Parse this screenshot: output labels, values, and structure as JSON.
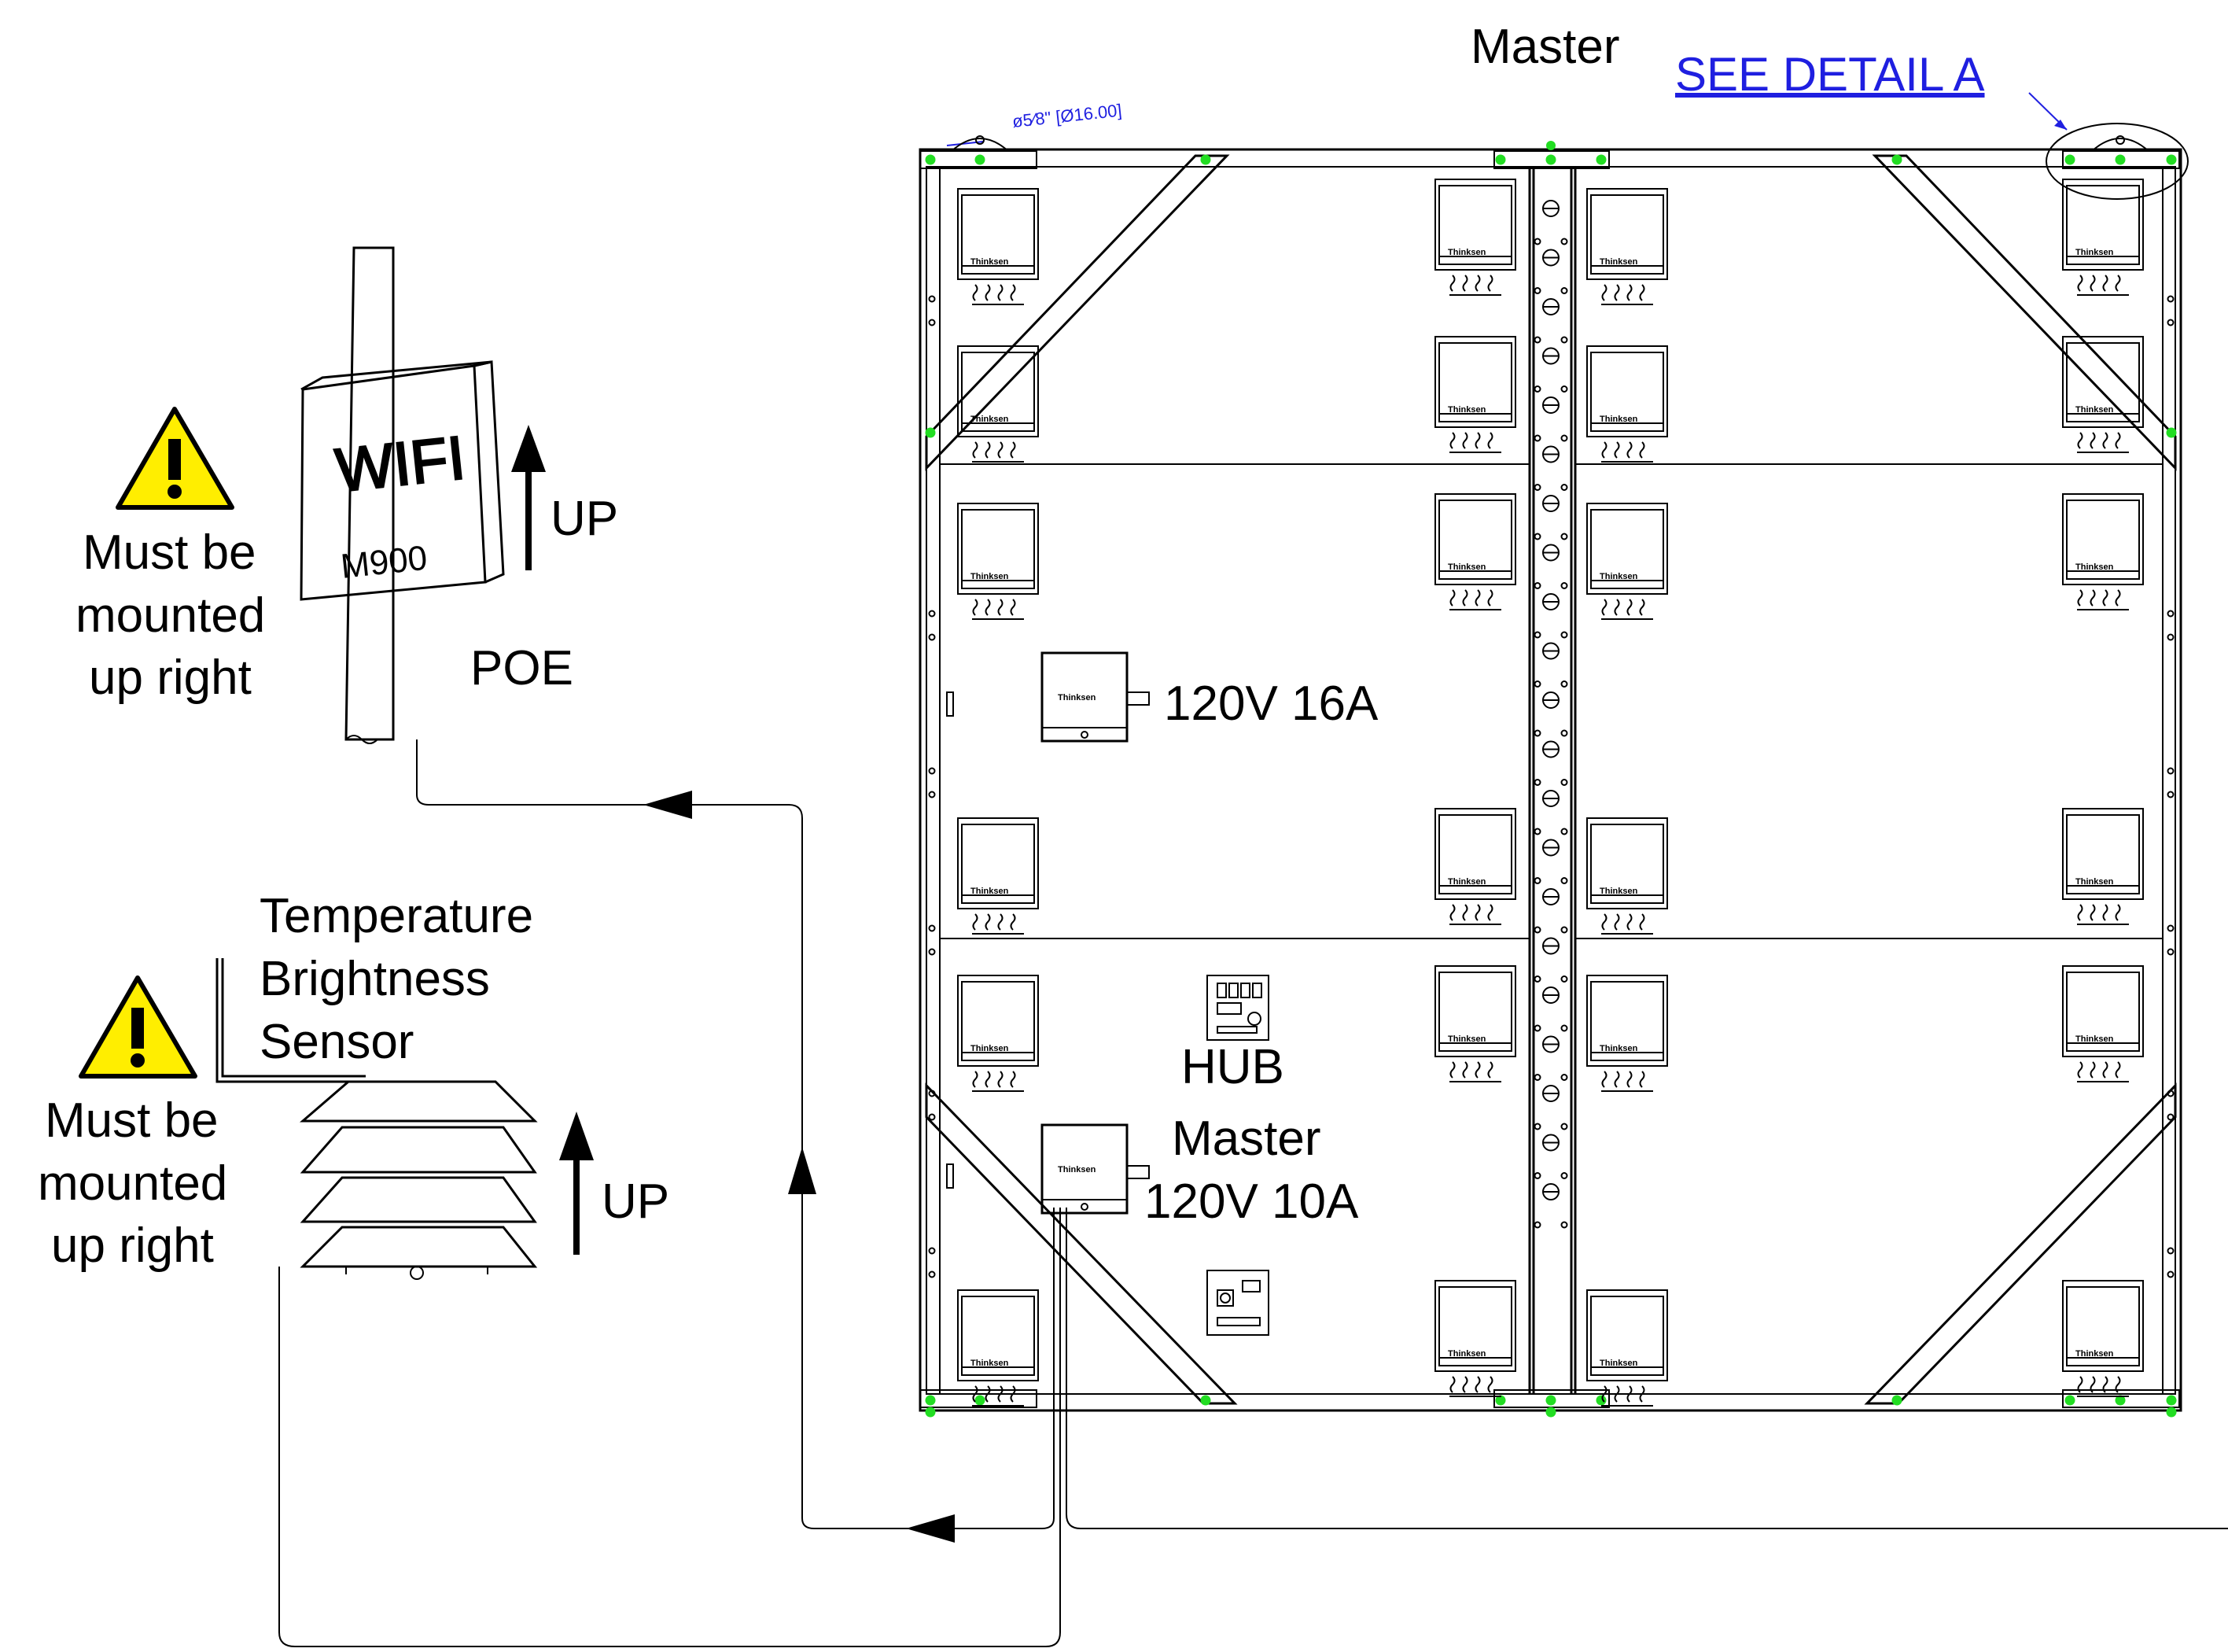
{
  "header": {
    "master_label": "Master",
    "detail_link": "SEE DETAIL A",
    "dimension": "ø5⁄8\" [Ø16.00]"
  },
  "wifi": {
    "line1": "WIFI",
    "line2": "M900",
    "poe_label": "POE",
    "up_label": "UP",
    "warning": [
      "Must be",
      "mounted",
      "up right"
    ]
  },
  "sensor": {
    "title": [
      "Temperature",
      "Brightness",
      "Sensor"
    ],
    "up_label": "UP",
    "warning": [
      "Must be",
      "mounted",
      "up right"
    ]
  },
  "cabinet": {
    "module_brand": "Thinksen",
    "psu1_label": "120V 16A",
    "hub_label": "HUB",
    "master_label": "Master",
    "psu2_label": "120V 10A"
  },
  "colors": {
    "bolt": "#22dd22",
    "link": "#1f1fe0",
    "warning_fill": "#ffee00"
  }
}
